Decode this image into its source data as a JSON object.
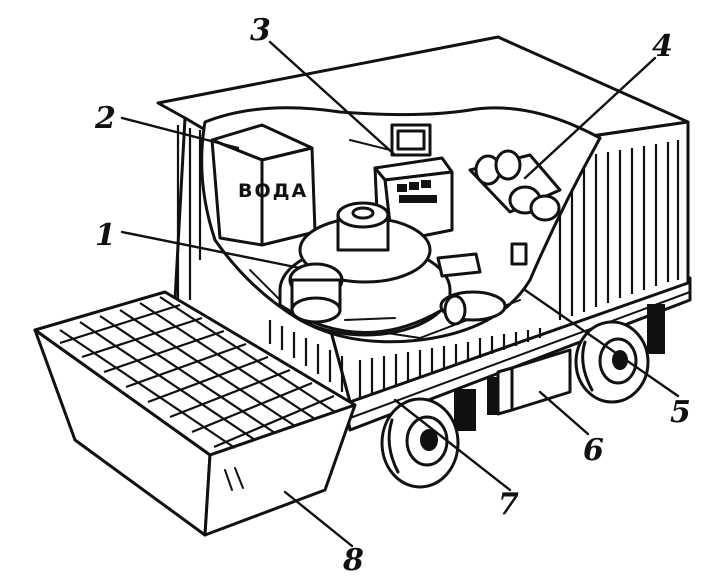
{
  "tank_label": "ВОДА",
  "callouts": [
    {
      "id": "1",
      "label": "1"
    },
    {
      "id": "2",
      "label": "2"
    },
    {
      "id": "3",
      "label": "3"
    },
    {
      "id": "4",
      "label": "4"
    },
    {
      "id": "5",
      "label": "5"
    },
    {
      "id": "6",
      "label": "6"
    },
    {
      "id": "7",
      "label": "7"
    },
    {
      "id": "8",
      "label": "8"
    }
  ]
}
